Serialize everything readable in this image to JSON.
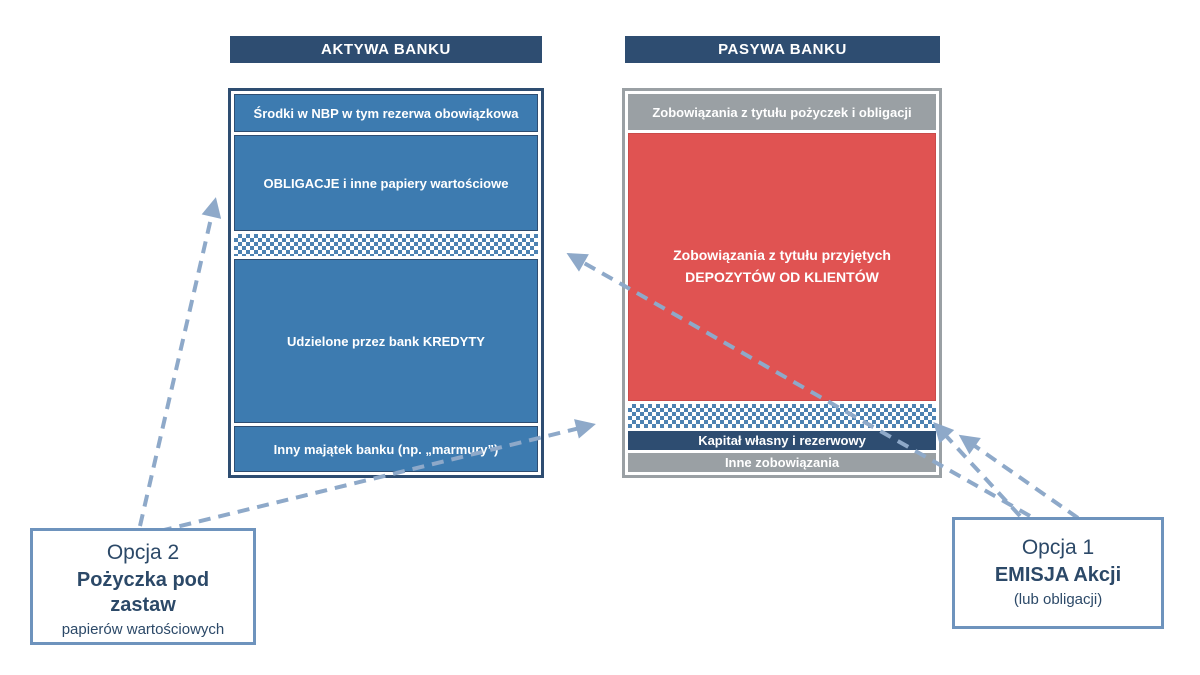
{
  "diagram": {
    "assets": {
      "header": "AKTYWA BANKU",
      "boxes": [
        {
          "label": "Środki w NBP w tym rezerwa obowiązkowa"
        },
        {
          "label": "OBLIGACJE i inne papiery wartościowe"
        },
        {
          "label": "Udzielone przez bank KREDYTY"
        },
        {
          "label": "Inny majątek banku (np. „marmury”)"
        }
      ]
    },
    "liabilities": {
      "header": "PASYWA BANKU",
      "boxes": [
        {
          "label": "Zobowiązania z tytułu pożyczek i obligacji"
        },
        {
          "line1": "Zobowiązania z tytułu przyjętych",
          "line2": "DEPOZYTÓW OD KLIENTÓW"
        },
        {
          "label": "Kapitał własny i rezerwowy"
        },
        {
          "label": "Inne zobowiązania"
        }
      ]
    },
    "option2": {
      "title": "Opcja 2",
      "bold_line1": "Pożyczka pod",
      "bold_line2": "zastaw",
      "subtitle": "papierów wartościowych"
    },
    "option1": {
      "title": "Opcja 1",
      "bold_line": "EMISJA Akcji",
      "subtitle": "(lub obligacji)"
    },
    "colors": {
      "navy": "#2e4d71",
      "asset_blue": "#3d7bb0",
      "deposit_red": "#e05352",
      "gray": "#9aa0a4",
      "arrow_blue": "#8ea9c9",
      "option_border": "#6e93bd"
    }
  }
}
